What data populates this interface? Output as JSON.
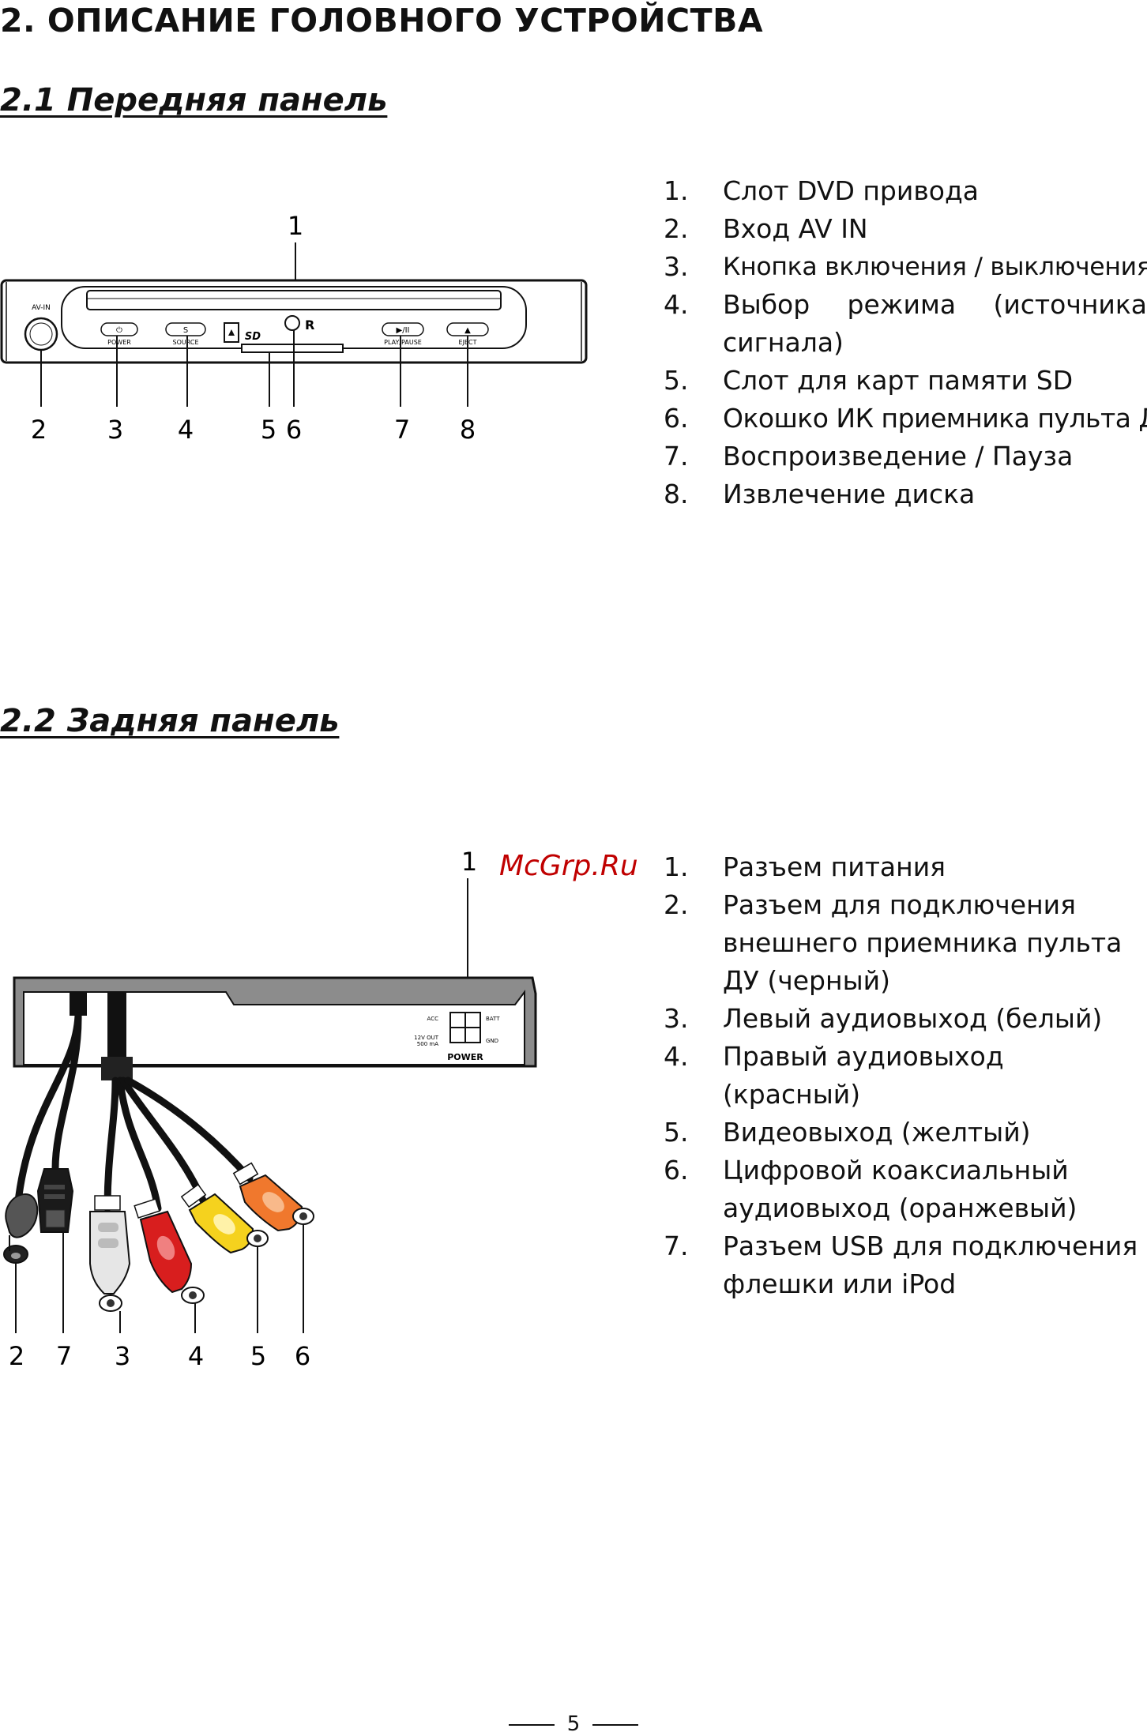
{
  "heading": "2. ОПИСАНИЕ ГОЛОВНОГО УСТРОЙСТВА",
  "front": {
    "title": "2.1 Передняя панель",
    "callout_top": "1",
    "callouts_bottom": [
      "2",
      "3",
      "4",
      "5",
      "6",
      "7",
      "8"
    ],
    "labels": {
      "av_in": "AV-IN",
      "power": "POWER",
      "source": "SOURCE",
      "source_symbol": "S",
      "play_pause": "PLAY/PAUSE",
      "eject": "EJECT",
      "sd": "SD"
    },
    "items": [
      "Слот DVD привода",
      "Вход AV IN",
      "Кнопка включения / выключения",
      "Выбор режима (источника сигнала)",
      "Слот для карт памяти SD",
      "Окошко ИК приемника пульта ДУ",
      "Воспроизведение / Пауза",
      "Извлечение диска"
    ]
  },
  "rear": {
    "title": "2.2 Задняя панель",
    "callout_top": "1",
    "callouts_bottom": [
      "2",
      "7",
      "3",
      "4",
      "5",
      "6"
    ],
    "labels": {
      "acc": "ACC",
      "batt": "BATT",
      "out_line1": "12V OUT",
      "out_line2": "500 mA",
      "gnd": "GND",
      "power": "POWER"
    },
    "items": [
      "Разъем питания",
      "Разъем для подключения внешнего приемника пульта ДУ (черный)",
      "Левый аудиовыход (белый)",
      "Правый аудиовыход (красный)",
      "Видеовыход (желтый)",
      "Цифровой коаксиальный аудиовыход (оранжевый)",
      "Разъем USB для подключения флешки или iPod"
    ]
  },
  "watermark": "McGrp.Ru",
  "page_number": "5",
  "colors": {
    "watermark": "#c00000",
    "panel_gray": "#8c8c8c",
    "white_plug": "#e6e6e6",
    "red_plug": "#d81e1e",
    "yellow_plug": "#f5d21e",
    "orange_plug": "#f0782d"
  }
}
